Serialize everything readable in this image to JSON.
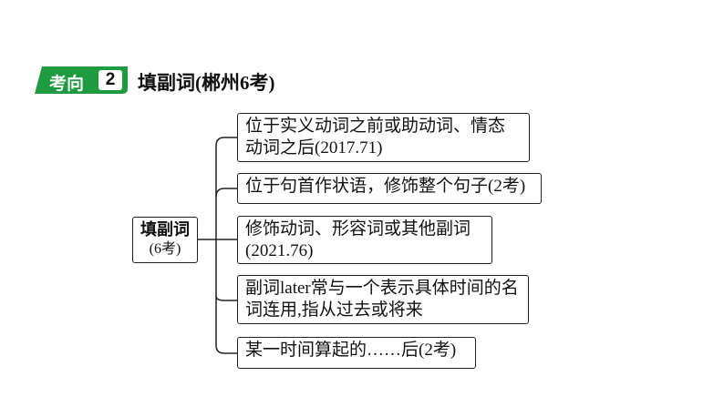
{
  "header": {
    "tag_label": "考向",
    "tag_number": "2",
    "title": "填副词(郴州6考)"
  },
  "root": {
    "label": "填副词",
    "sub": "(6考)"
  },
  "branches": [
    {
      "text": "位于实义动词之前或助动词、情态动词之后(2017.71)"
    },
    {
      "text": "位于句首作状语，修饰整个句子(2考)"
    },
    {
      "text": "修饰动词、形容词或其他副词(2021.76)"
    },
    {
      "text": "副词later常与一个表示具体时间的名词连用,指从过去或将来"
    },
    {
      "text": "某一时间算起的……后(2考)"
    }
  ]
}
